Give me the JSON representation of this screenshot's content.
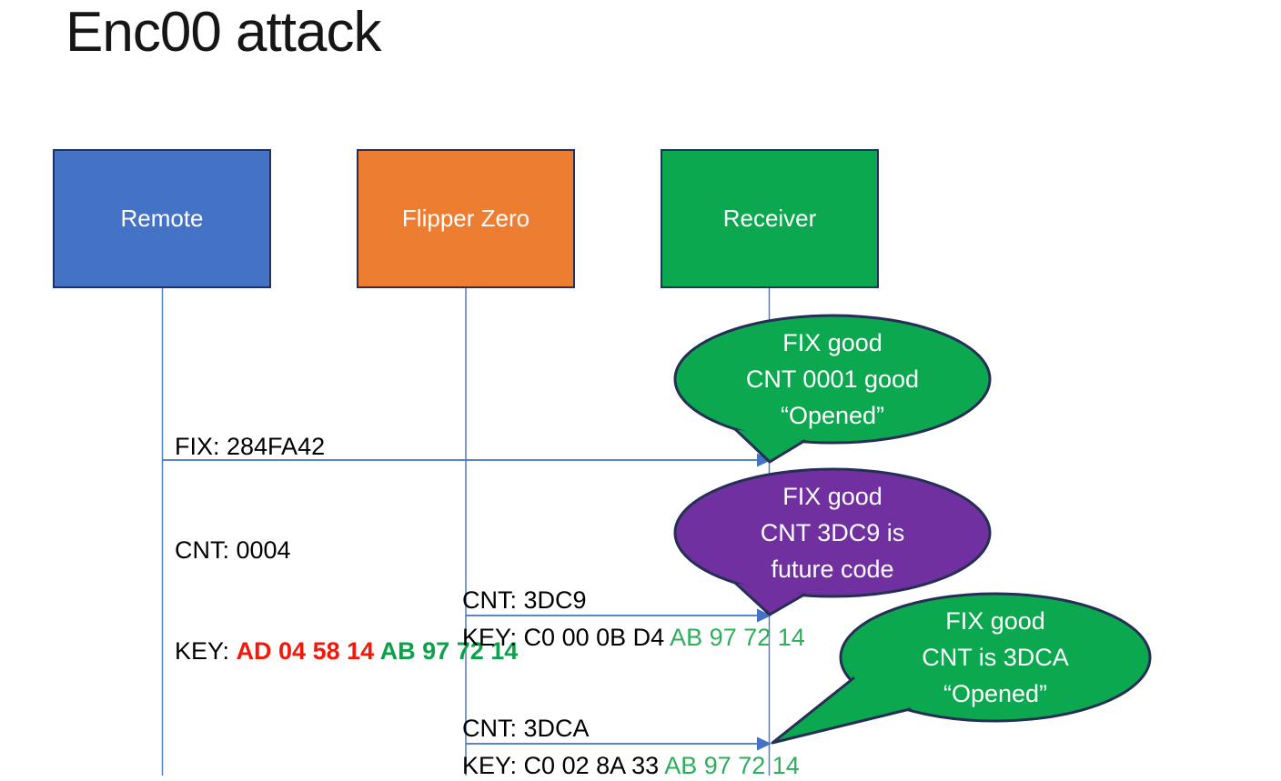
{
  "title": "Enc00 attack",
  "actors": [
    {
      "label": "Remote",
      "color": "#4472C4"
    },
    {
      "label": "Flipper Zero",
      "color": "#ED7D31"
    },
    {
      "label": "Receiver",
      "color": "#0BA84F"
    }
  ],
  "messages": [
    {
      "from": "Remote",
      "to": "Receiver",
      "above": "FIX: 284FA42",
      "cnt": "CNT: 0004",
      "key_label": "KEY: ",
      "key_red": "AD 04 58 14 ",
      "key_green": "AB 97 72 14"
    },
    {
      "from": "Flipper Zero",
      "to": "Receiver",
      "cnt": "CNT: 3DC9",
      "key_label": "KEY: ",
      "key_black": "C0 00 0B D4 ",
      "key_green": "AB 97 72 14"
    },
    {
      "from": "Flipper Zero",
      "to": "Receiver",
      "cnt": "CNT: 3DCA",
      "key_label": "KEY: ",
      "key_black": "C0 02 8A 33 ",
      "key_green": "AB 97 72 14"
    }
  ],
  "bubbles": [
    {
      "color": "#0BA84F",
      "lines": [
        "FIX good",
        "CNT 0001 good",
        "“Opened”"
      ]
    },
    {
      "color": "#7030A0",
      "lines": [
        "FIX good",
        "CNT 3DC9 is",
        "future code"
      ]
    },
    {
      "color": "#0BA84F",
      "lines": [
        "FIX good",
        "CNT is 3DCA",
        "“Opened”"
      ]
    }
  ],
  "colors": {
    "actor_border": "#23315E",
    "bubble_border": "#252F55",
    "arrow_blue": "#4472C4",
    "key_red": "#F2180A",
    "key_green_bold": "#0FA04B",
    "key_green": "#2CAE5B",
    "background": "#FFFFFF"
  }
}
